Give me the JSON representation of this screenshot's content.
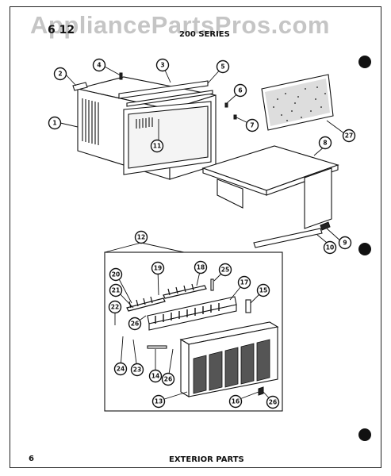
{
  "watermark": "AppliancePartsPros.com",
  "header": {
    "code": "6 12",
    "series": "200 SERIES"
  },
  "footer": {
    "page": "6",
    "title": "EXTERIOR PARTS"
  },
  "callouts": [
    "1",
    "2",
    "3",
    "4",
    "5",
    "6",
    "7",
    "8",
    "9",
    "10",
    "11",
    "12",
    "13",
    "14",
    "15",
    "16",
    "17",
    "18",
    "19",
    "20",
    "21",
    "22",
    "23",
    "24",
    "25",
    "26",
    "27"
  ]
}
